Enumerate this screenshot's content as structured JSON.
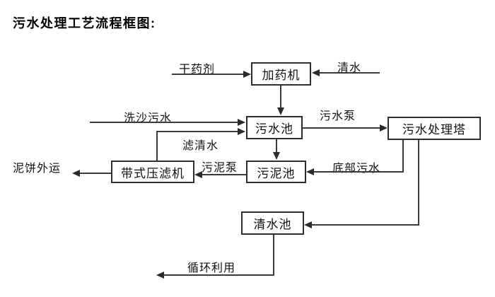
{
  "title": "污水处理工艺流程框图:",
  "nodes": {
    "dosing_machine": {
      "label": "加药机"
    },
    "sewage_pool": {
      "label": "污水池"
    },
    "treatment_tower": {
      "label": "污水处理塔"
    },
    "sludge_pool": {
      "label": "污泥池"
    },
    "belt_filter_press": {
      "label": "带式压滤机"
    },
    "clean_water_pool": {
      "label": "清水池"
    }
  },
  "flow_labels": {
    "dry_chemical": "干药剂",
    "clean_water": "清水",
    "sand_washing_sewage": "洗沙污水",
    "sewage_pump": "污水泵",
    "filtered_water": "滤清水",
    "sludge_pump": "污泥泵",
    "bottom_sewage": "底部污水",
    "mud_cake_outbound": "泥饼外运",
    "recycling": "循环利用"
  },
  "colors": {
    "line": "#3a3a3a",
    "box_border": "#2e2e2e",
    "text": "#000000",
    "background": "#ffffff"
  }
}
